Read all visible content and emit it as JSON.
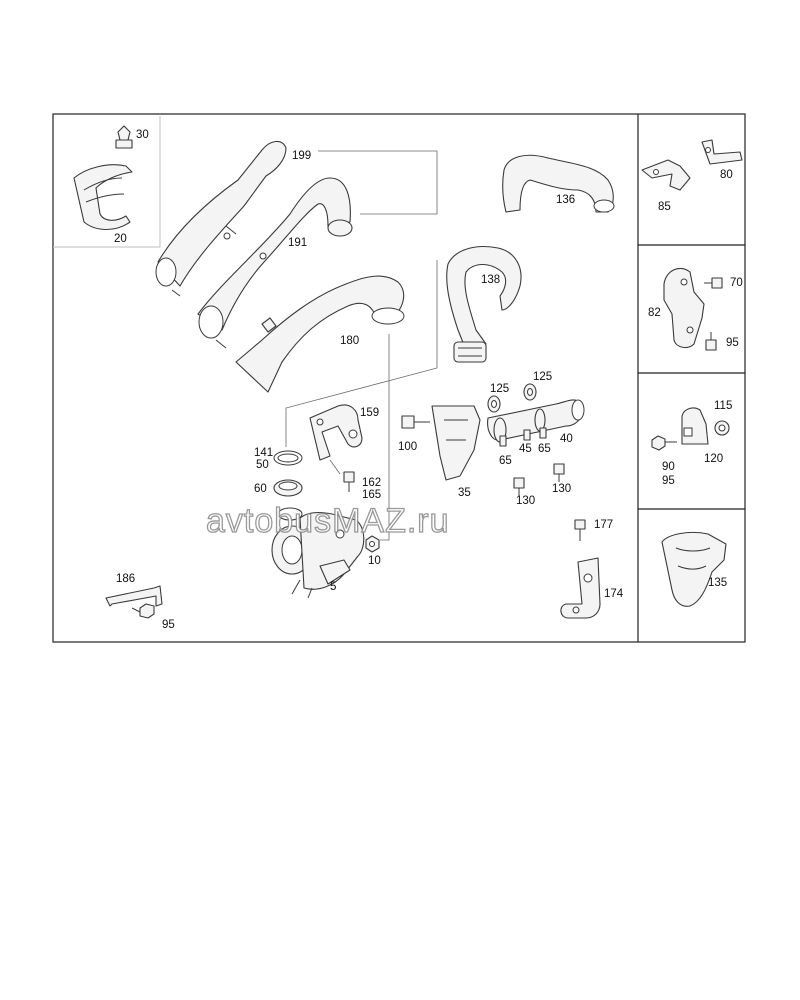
{
  "watermark": "avtobusMAZ.ru",
  "labels": {
    "p30": "30",
    "p20": "20",
    "p199": "199",
    "p191": "191",
    "p180": "180",
    "p136": "136",
    "p138": "138",
    "p159": "159",
    "p141": "141",
    "p50": "50",
    "p60": "60",
    "p162": "162",
    "p165": "165",
    "p100": "100",
    "p125a": "125",
    "p125b": "125",
    "p40": "40",
    "p65a": "65",
    "p45": "45",
    "p65b": "65",
    "p35": "35",
    "p130a": "130",
    "p130b": "130",
    "p10": "10",
    "p5": "5",
    "p186": "186",
    "p95a": "95",
    "p177": "177",
    "p174": "174",
    "p85": "85",
    "p80": "80",
    "p82": "82",
    "p70": "70",
    "p95b": "95",
    "p115": "115",
    "p90": "90",
    "p95c": "95",
    "p120": "120",
    "p135": "135"
  }
}
